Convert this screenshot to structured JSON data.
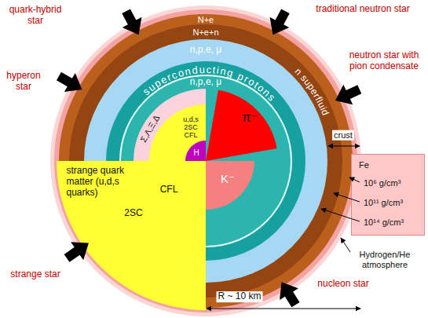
{
  "diagram": {
    "nodes": [
      {
        "text": [
          "N+e"
        ]
      },
      {
        "text": [
          "N+e+n",
          "n superfluid"
        ],
        "in": 0
      },
      {
        "text": [
          "n,p,e, μ"
        ],
        "in": 1
      },
      {
        "text": [
          "superconducting protons"
        ],
        "in": 2
      },
      {
        "text": [
          "n,p,e, μ"
        ],
        "in": 3
      },
      {
        "text": [
          "Σ,Λ,Ξ,Δ"
        ],
        "in": 4
      },
      {
        "text": [
          "u,d,s 2SC CFL"
        ],
        "in": 5
      },
      {
        "text": [
          "H"
        ],
        "in": 5
      },
      {
        "text": [
          "π⁻"
        ],
        "in": 4
      },
      {
        "text": [
          "K⁻"
        ],
        "in": 4
      },
      {
        "text": [
          "strange quark matter (u,d,s quarks)",
          "CFL",
          "2SC"
        ]
      },
      {
        "text": [
          "Fe",
          "10⁶ g/cm³",
          "10¹¹ g/cm³",
          "10¹⁴ g/cm³"
        ]
      }
    ],
    "labels": [
      "quark-hybrid star",
      "traditional neutron star",
      "hyperon star",
      "neutron star with pion condensate",
      "strange star",
      "nucleon star",
      "crust",
      "Hydrogen/He atmosphere",
      "R ~ 10 km"
    ]
  }
}
